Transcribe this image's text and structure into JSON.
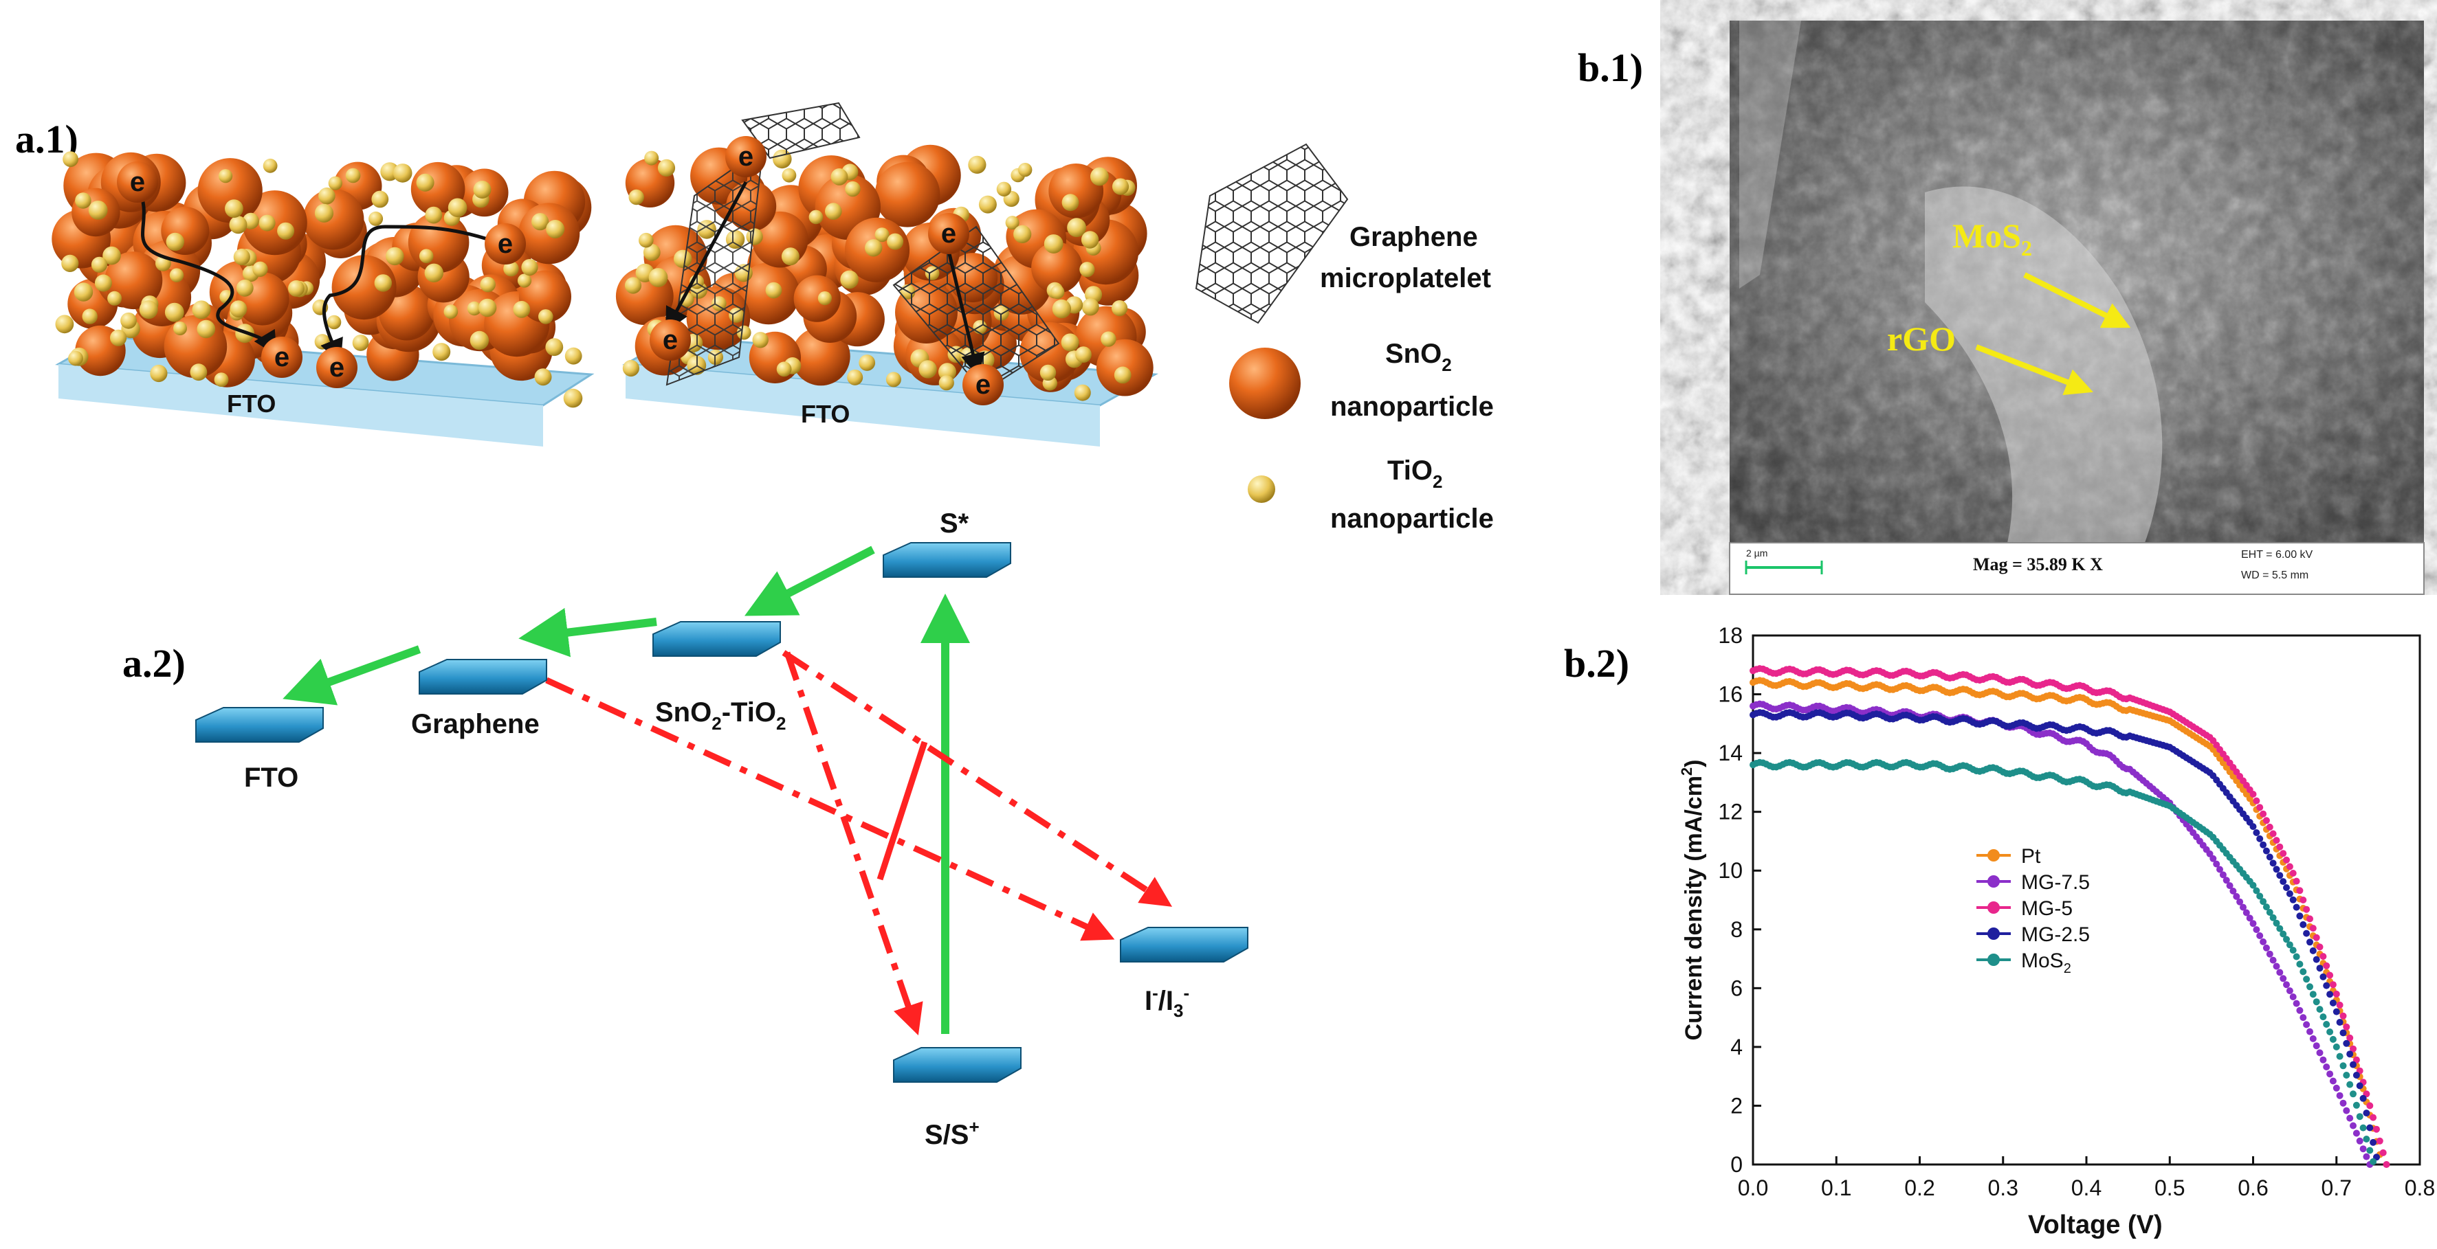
{
  "panels": {
    "a1": "a.1)",
    "a2": "a.2)",
    "b1": "b.1)",
    "b2": "b.2)"
  },
  "a1_diagram": {
    "substrate_label": "FTO",
    "electron_label": "e",
    "legend": {
      "graphene": [
        "Graphene",
        "microplatelet"
      ],
      "sno2": [
        "SnO",
        "2",
        "nanoparticle"
      ],
      "tio2": [
        "TiO",
        "2",
        "nanoparticle"
      ]
    }
  },
  "a2_diagram": {
    "levels": {
      "fto": "FTO",
      "graphene": "Graphene",
      "sno2_tio2": [
        "SnO",
        "2",
        "-TiO",
        "2"
      ],
      "s_star": "S*",
      "s_splus": [
        "S/S",
        "+"
      ],
      "redox": [
        "I",
        "-",
        "/I",
        "3",
        "-"
      ]
    }
  },
  "sem_image": {
    "labels": {
      "mos2": [
        "MoS",
        "2"
      ],
      "rgo": "rGO"
    },
    "info": {
      "scale": "2 µm",
      "mag": "Mag = 35.89 K X",
      "eht": "EHT =  6.00 kV",
      "wd": "WD =  5.5 mm"
    }
  },
  "chart_data": {
    "type": "scatter",
    "xlabel": "Voltage (V)",
    "ylabel": [
      "Current density (mA/cm",
      "2",
      ")"
    ],
    "xlim": [
      0,
      0.8
    ],
    "ylim": [
      0,
      18
    ],
    "xticks": [
      "0.0",
      "0.1",
      "0.2",
      "0.3",
      "0.4",
      "0.5",
      "0.6",
      "0.7",
      "0.8"
    ],
    "yticks": [
      "0",
      "2",
      "4",
      "6",
      "8",
      "10",
      "12",
      "14",
      "16",
      "18"
    ],
    "legend_position": "middle-left",
    "series": [
      {
        "name": "Pt",
        "color": "#f28c1c",
        "points": [
          [
            0,
            16.4
          ],
          [
            0.1,
            16.3
          ],
          [
            0.2,
            16.2
          ],
          [
            0.3,
            16.0
          ],
          [
            0.4,
            15.8
          ],
          [
            0.45,
            15.5
          ],
          [
            0.5,
            15.1
          ],
          [
            0.55,
            14.2
          ],
          [
            0.6,
            12.3
          ],
          [
            0.65,
            9.5
          ],
          [
            0.7,
            5.6
          ],
          [
            0.73,
            2.8
          ],
          [
            0.755,
            0
          ]
        ]
      },
      {
        "name": "MG-7.5",
        "color": "#8b2fc9",
        "points": [
          [
            0,
            15.6
          ],
          [
            0.1,
            15.5
          ],
          [
            0.2,
            15.3
          ],
          [
            0.3,
            15.0
          ],
          [
            0.4,
            14.3
          ],
          [
            0.45,
            13.5
          ],
          [
            0.5,
            12.3
          ],
          [
            0.55,
            10.5
          ],
          [
            0.6,
            8.2
          ],
          [
            0.65,
            5.6
          ],
          [
            0.7,
            2.6
          ],
          [
            0.725,
            1.0
          ],
          [
            0.74,
            0
          ]
        ]
      },
      {
        "name": "MG-5",
        "color": "#e8268c",
        "points": [
          [
            0,
            16.8
          ],
          [
            0.1,
            16.75
          ],
          [
            0.2,
            16.7
          ],
          [
            0.3,
            16.5
          ],
          [
            0.4,
            16.2
          ],
          [
            0.45,
            15.9
          ],
          [
            0.5,
            15.4
          ],
          [
            0.55,
            14.5
          ],
          [
            0.6,
            12.6
          ],
          [
            0.65,
            9.8
          ],
          [
            0.7,
            5.8
          ],
          [
            0.73,
            3.0
          ],
          [
            0.76,
            0
          ]
        ]
      },
      {
        "name": "MG-2.5",
        "color": "#1f1f9e",
        "points": [
          [
            0,
            15.3
          ],
          [
            0.1,
            15.3
          ],
          [
            0.2,
            15.2
          ],
          [
            0.3,
            15.0
          ],
          [
            0.4,
            14.8
          ],
          [
            0.45,
            14.6
          ],
          [
            0.5,
            14.2
          ],
          [
            0.55,
            13.3
          ],
          [
            0.6,
            11.5
          ],
          [
            0.65,
            8.9
          ],
          [
            0.7,
            5.2
          ],
          [
            0.73,
            2.5
          ],
          [
            0.75,
            0
          ]
        ]
      },
      {
        "name": "MoS2",
        "legend_label": [
          "MoS",
          "2"
        ],
        "color": "#1e8f8a",
        "points": [
          [
            0,
            13.6
          ],
          [
            0.1,
            13.6
          ],
          [
            0.2,
            13.6
          ],
          [
            0.3,
            13.4
          ],
          [
            0.4,
            13.0
          ],
          [
            0.45,
            12.7
          ],
          [
            0.5,
            12.2
          ],
          [
            0.55,
            11.2
          ],
          [
            0.6,
            9.5
          ],
          [
            0.65,
            7.2
          ],
          [
            0.7,
            4.0
          ],
          [
            0.72,
            2.4
          ],
          [
            0.745,
            0
          ]
        ]
      }
    ]
  }
}
